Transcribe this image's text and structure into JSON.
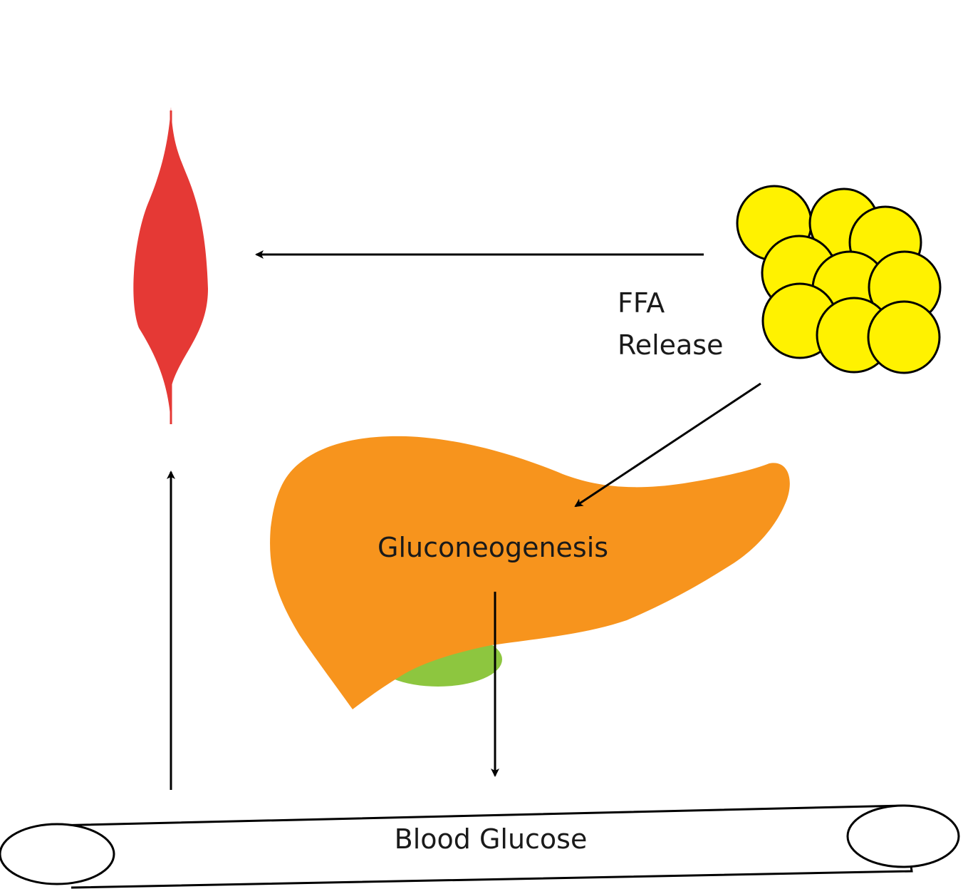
{
  "labels": {
    "ffa_line1": "FFA",
    "ffa_line2": "Release",
    "gluconeogenesis": "Gluconeogenesis",
    "blood_glucose": "Blood Glucose"
  },
  "nodes": [
    {
      "id": "muscle",
      "icon": "muscle-icon",
      "color": "#e53935"
    },
    {
      "id": "adipose",
      "icon": "fat-cells-icon",
      "color": "#fff200"
    },
    {
      "id": "liver",
      "icon": "liver-icon",
      "color": "#f7941d"
    },
    {
      "id": "gallbladder",
      "icon": "gallbladder-icon",
      "color": "#8dc63f"
    },
    {
      "id": "blood-vessel",
      "icon": "blood-vessel-icon",
      "color": "#ffffff"
    }
  ],
  "edges": [
    {
      "from": "adipose",
      "to": "muscle"
    },
    {
      "from": "adipose",
      "to": "liver"
    },
    {
      "from": "liver",
      "to": "blood-vessel"
    },
    {
      "from": "blood-vessel",
      "to": "muscle"
    }
  ]
}
